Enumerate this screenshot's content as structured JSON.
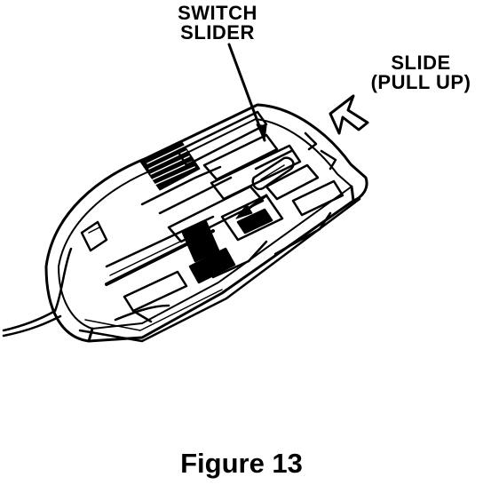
{
  "labels": {
    "switch_slider_line1": "SWITCH",
    "switch_slider_line2": "SLIDER",
    "slide_line1": "SLIDE",
    "slide_line2": "(PULL UP)"
  },
  "caption": "Figure 13",
  "colors": {
    "ink": "#000000",
    "paper": "#ffffff"
  }
}
